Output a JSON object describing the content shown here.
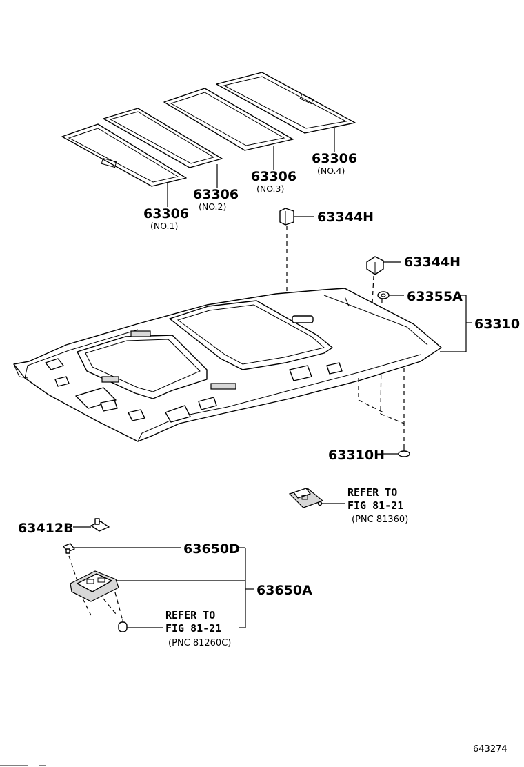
{
  "labels": {
    "shade1": "63306",
    "shade1_sub": "(NO.1)",
    "shade2": "63306",
    "shade2_sub": "(NO.2)",
    "shade3": "63306",
    "shade3_sub": "(NO.3)",
    "shade4": "63306",
    "shade4_sub": "(NO.4)",
    "clip_top": "63344H",
    "clip_right": "63344H",
    "nut": "63355A",
    "headliner": "63310",
    "screw": "63310H",
    "bracket": "63412B",
    "lamp_clip": "63650D",
    "lamp_assy": "63650A"
  },
  "refs": {
    "upper": {
      "line1": "REFER TO",
      "line2": "FIG 81-21",
      "line3": "(PNC 81360)"
    },
    "lower": {
      "line1": "REFER TO",
      "line2": "FIG 81-21",
      "line3": "(PNC 81260C)"
    }
  },
  "figure_number": "643274"
}
